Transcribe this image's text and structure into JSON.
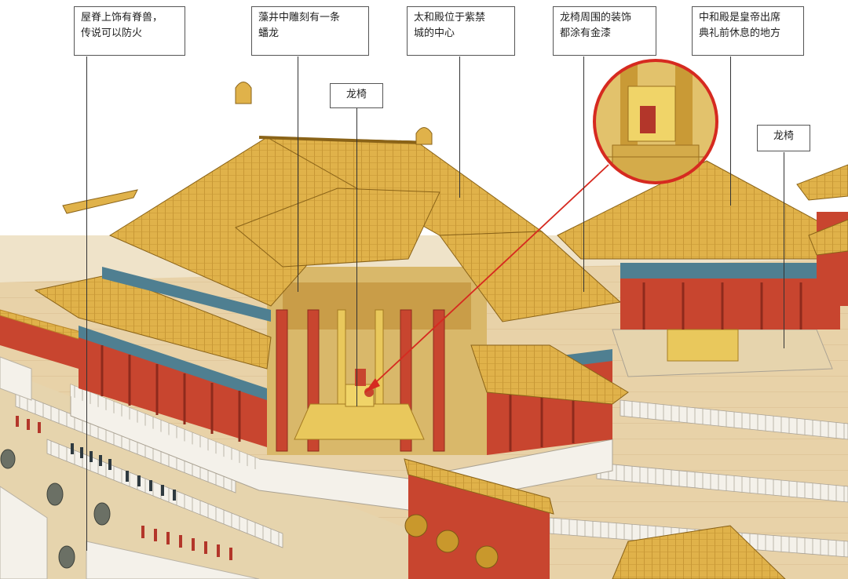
{
  "labels": {
    "ridge_beasts": "屋脊上饰有脊兽，\n传说可以防火",
    "caisson_dragon": "藻井中雕刻有一条\n蟠龙",
    "taihe_center": "太和殿位于紫禁\n城的中心",
    "throne_gold": "龙椅周围的装饰\n都涂有金漆",
    "zhonghe_rest": "中和殿是皇帝出席\n典礼前休息的地方",
    "throne_1": "龙椅",
    "throne_2": "龙椅"
  },
  "colors": {
    "roof": "#e0b24a",
    "roof_dark": "#b98628",
    "wall_red": "#c8452f",
    "beam_blue": "#4f7f91",
    "ground": "#e8d2a8",
    "marble": "#f4f1ea",
    "zoom_ring": "#d62a20",
    "pointer": "#d62a20"
  },
  "icons": {
    "zoom_inset": "magnifier-circle",
    "pointer": "red-arrow"
  }
}
